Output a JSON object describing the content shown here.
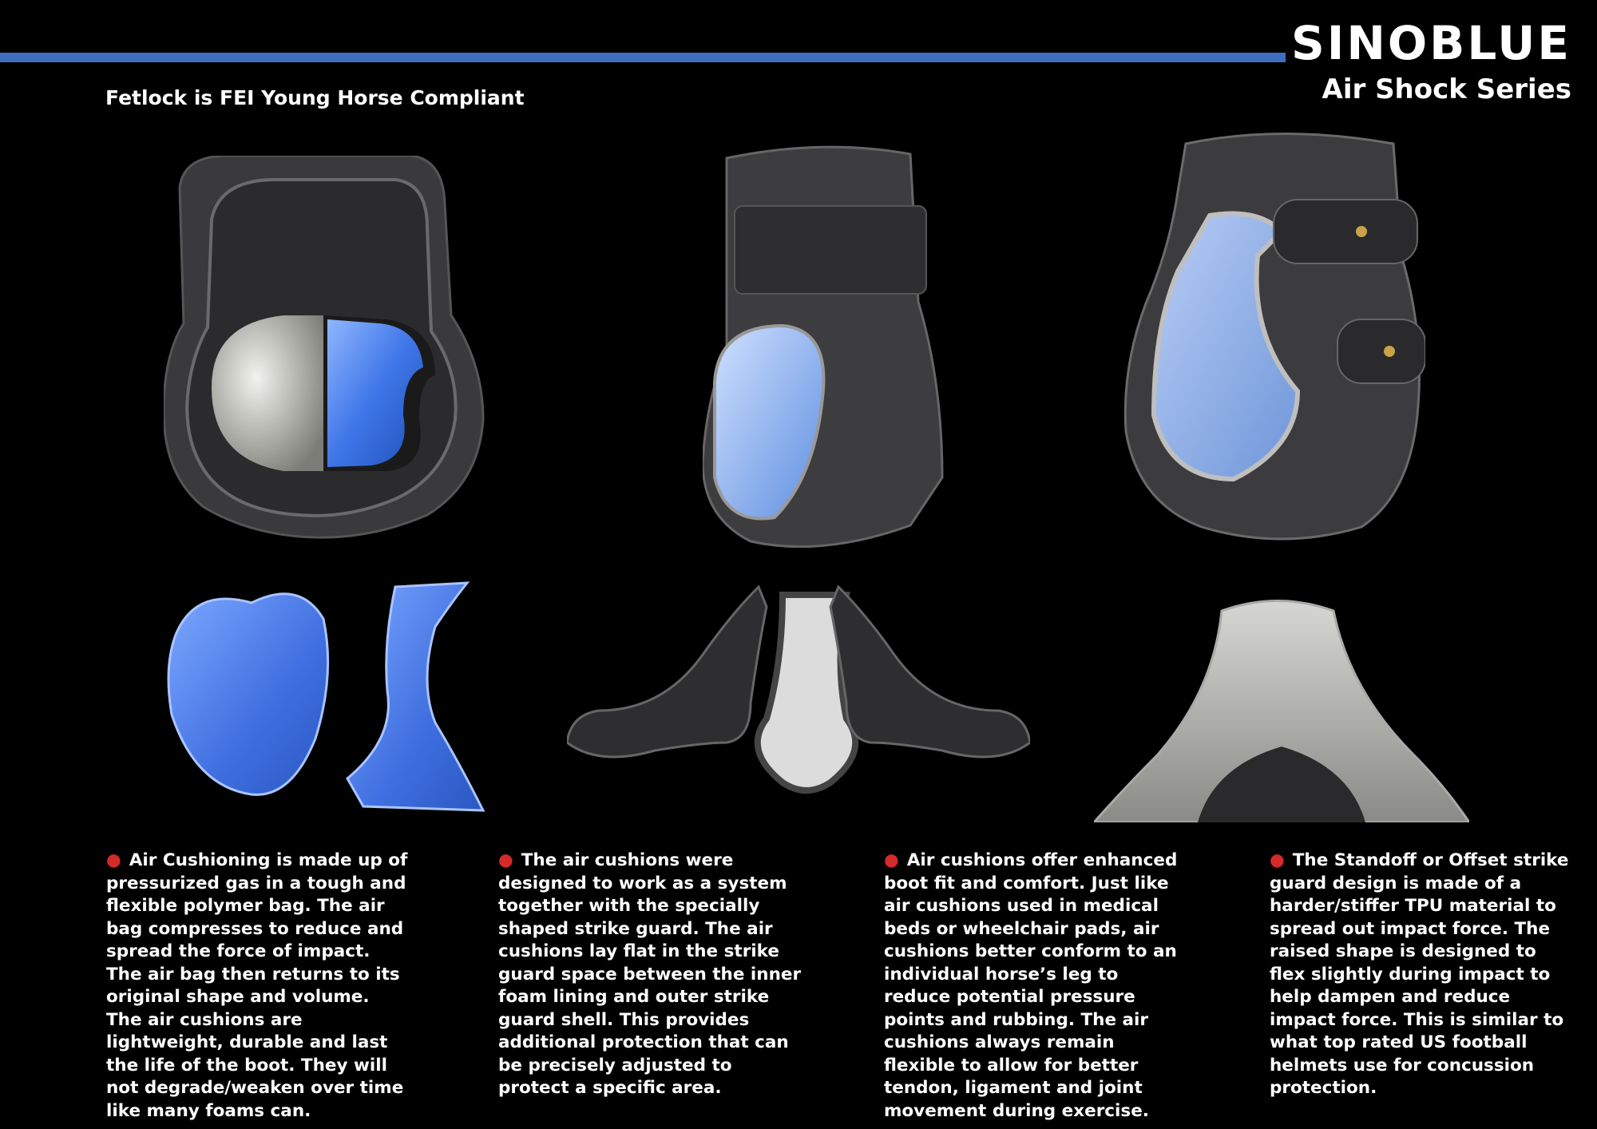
{
  "brand": {
    "name": "SINOBLUE",
    "series": "Air Shock Series"
  },
  "header": {
    "note": "Fetlock is FEI Young Horse  Compliant"
  },
  "colors": {
    "accent_bar": "#3f6ec0",
    "bullet": "#d42a2a",
    "cushion_blue": "#4a7be0"
  },
  "features": [
    {
      "icon": "bullet-dot",
      "text": "Air Cushioning is made up of pressurized gas in a tough and flexible polymer bag. The air bag compresses to reduce and spread the force of impact. The air bag then returns to its original shape and volume. The air cushions are lightweight, durable and last the life of the boot. They will not degrade/weaken  over time like many foams can."
    },
    {
      "icon": "bullet-dot",
      "text": "The air cushions were designed to work as a system together with the specially shaped strike guard. The air cushions lay flat in the strike guard space between the inner foam lining and outer strike guard shell. This provides additional protection that can be precisely adjusted to protect a specific area."
    },
    {
      "icon": "bullet-dot",
      "text": "Air cushions offer enhanced boot fit and comfort. Just like air cushions used in medical beds or wheelchair pads, air cushions better conform to an individual horse’s leg to reduce potential pressure points and rubbing. The air cushions always remain flexible to allow for better tendon, ligament and joint movement during exercise."
    },
    {
      "icon": "bullet-dot",
      "text": "The Standoff or Offset strike guard design is made of a harder/stiffer TPU material to spread out impact force. The raised shape is designed to flex slightly during impact to help dampen and reduce impact force. This is similar to what top rated US football helmets use for concussion protection."
    }
  ]
}
